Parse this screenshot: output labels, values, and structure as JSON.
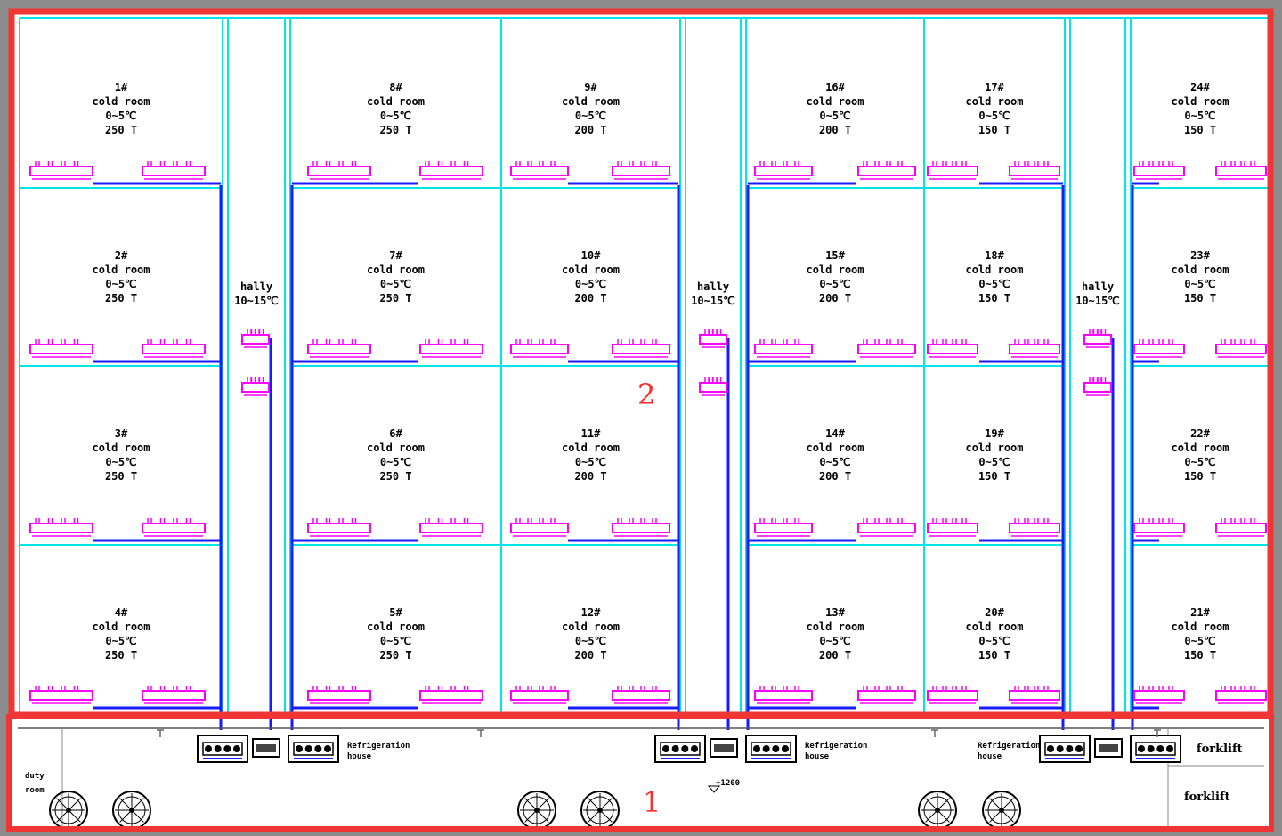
{
  "rooms": [
    {
      "col": 0,
      "row": 0,
      "id": "1#",
      "name": "cold room",
      "temp": "0~5℃",
      "cap": "250 T"
    },
    {
      "col": 0,
      "row": 1,
      "id": "2#",
      "name": "cold room",
      "temp": "0~5℃",
      "cap": "250 T"
    },
    {
      "col": 0,
      "row": 2,
      "id": "3#",
      "name": "cold room",
      "temp": "0~5℃",
      "cap": "250 T"
    },
    {
      "col": 0,
      "row": 3,
      "id": "4#",
      "name": "cold room",
      "temp": "0~5℃",
      "cap": "250 T"
    },
    {
      "col": 1,
      "row": 0,
      "id": "8#",
      "name": "cold room",
      "temp": "0~5℃",
      "cap": "250 T"
    },
    {
      "col": 1,
      "row": 1,
      "id": "7#",
      "name": "cold room",
      "temp": "0~5℃",
      "cap": "250 T"
    },
    {
      "col": 1,
      "row": 2,
      "id": "6#",
      "name": "cold room",
      "temp": "0~5℃",
      "cap": "250 T"
    },
    {
      "col": 1,
      "row": 3,
      "id": "5#",
      "name": "cold room",
      "temp": "0~5℃",
      "cap": "250 T"
    },
    {
      "col": 2,
      "row": 0,
      "id": "9#",
      "name": "cold room",
      "temp": "0~5℃",
      "cap": "200 T"
    },
    {
      "col": 2,
      "row": 1,
      "id": "10#",
      "name": "cold room",
      "temp": "0~5℃",
      "cap": "200 T"
    },
    {
      "col": 2,
      "row": 2,
      "id": "11#",
      "name": "cold room",
      "temp": "0~5℃",
      "cap": "200 T"
    },
    {
      "col": 2,
      "row": 3,
      "id": "12#",
      "name": "cold room",
      "temp": "0~5℃",
      "cap": "200 T"
    },
    {
      "col": 3,
      "row": 0,
      "id": "16#",
      "name": "cold room",
      "temp": "0~5℃",
      "cap": "200 T"
    },
    {
      "col": 3,
      "row": 1,
      "id": "15#",
      "name": "cold room",
      "temp": "0~5℃",
      "cap": "200 T"
    },
    {
      "col": 3,
      "row": 2,
      "id": "14#",
      "name": "cold room",
      "temp": "0~5℃",
      "cap": "200 T"
    },
    {
      "col": 3,
      "row": 3,
      "id": "13#",
      "name": "cold room",
      "temp": "0~5℃",
      "cap": "200 T"
    },
    {
      "col": 4,
      "row": 0,
      "id": "17#",
      "name": "cold room",
      "temp": "0~5℃",
      "cap": "150 T"
    },
    {
      "col": 4,
      "row": 1,
      "id": "18#",
      "name": "cold room",
      "temp": "0~5℃",
      "cap": "150 T"
    },
    {
      "col": 4,
      "row": 2,
      "id": "19#",
      "name": "cold room",
      "temp": "0~5℃",
      "cap": "150 T"
    },
    {
      "col": 4,
      "row": 3,
      "id": "20#",
      "name": "cold room",
      "temp": "0~5℃",
      "cap": "150 T"
    },
    {
      "col": 5,
      "row": 0,
      "id": "24#",
      "name": "cold room",
      "temp": "0~5℃",
      "cap": "150 T"
    },
    {
      "col": 5,
      "row": 1,
      "id": "23#",
      "name": "cold room",
      "temp": "0~5℃",
      "cap": "150 T"
    },
    {
      "col": 5,
      "row": 2,
      "id": "22#",
      "name": "cold room",
      "temp": "0~5℃",
      "cap": "150 T"
    },
    {
      "col": 5,
      "row": 3,
      "id": "21#",
      "name": "cold room",
      "temp": "0~5℃",
      "cap": "150 T"
    }
  ],
  "hallways": [
    {
      "name": "hally",
      "temp": "10~15℃"
    },
    {
      "name": "hally",
      "temp": "10~15℃"
    },
    {
      "name": "hally",
      "temp": "10~15℃"
    }
  ],
  "refrigeration_houses": [
    {
      "line1": "Refrigeration",
      "line2": "house"
    },
    {
      "line1": "Refrigeration",
      "line2": "house"
    },
    {
      "line1": "Refrigeration",
      "line2": "house"
    }
  ],
  "duty_room": {
    "line1": "duty",
    "line2": "room"
  },
  "elevation": "+1200",
  "forklift_labels": [
    "forklift",
    "forklift"
  ],
  "zone_labels": {
    "bottom": "1",
    "top": "2"
  },
  "colors": {
    "wall": "#00e5e5",
    "pipe": "#1a1aff",
    "evaporator": "#ff00ff",
    "zone_frame": "#f03535",
    "paper": "#ffffff"
  }
}
